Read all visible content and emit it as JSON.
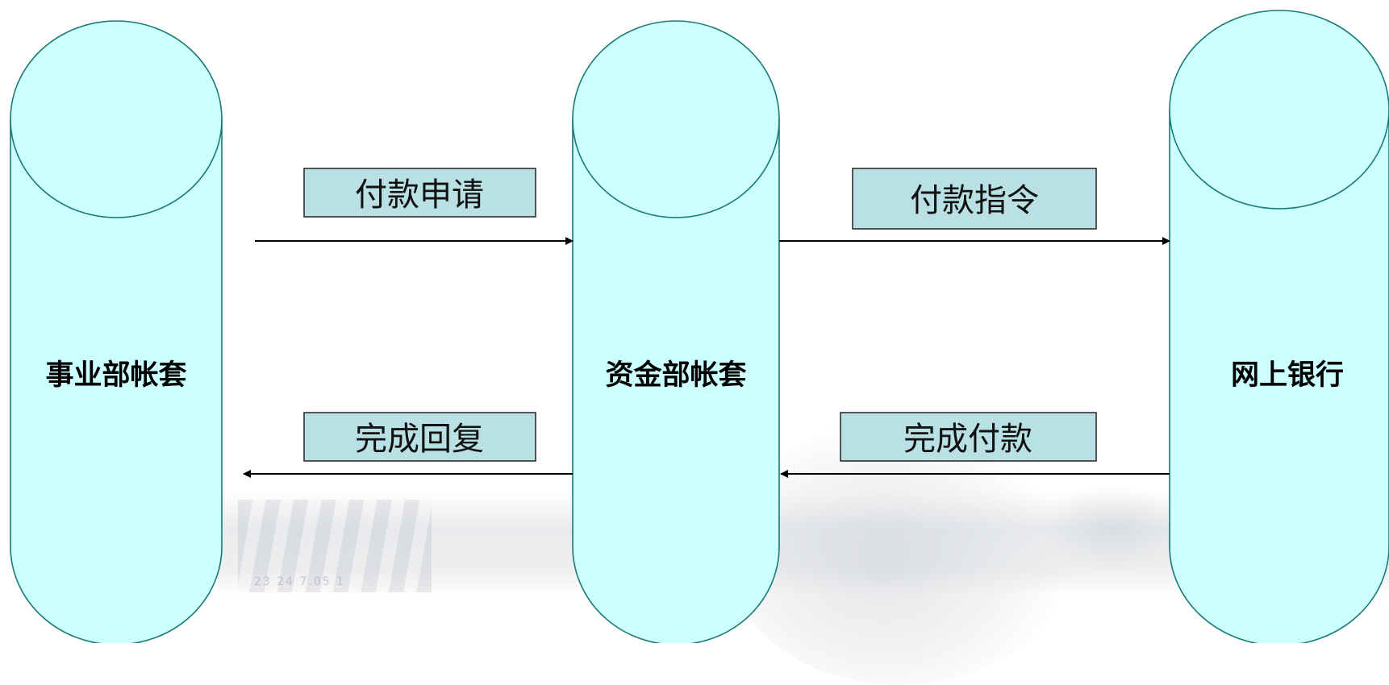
{
  "nodes": {
    "business_unit": {
      "label": "事业部帐套"
    },
    "treasury": {
      "label": "资金部帐套"
    },
    "online_bank": {
      "label": "网上银行"
    }
  },
  "flows": {
    "payment_request": {
      "label": "付款申请",
      "from": "事业部帐套",
      "to": "资金部帐套"
    },
    "payment_instruction": {
      "label": "付款指令",
      "from": "资金部帐套",
      "to": "网上银行"
    },
    "completion_reply": {
      "label": "完成回复",
      "from": "资金部帐套",
      "to": "事业部帐套"
    },
    "payment_completed": {
      "label": "完成付款",
      "from": "网上银行",
      "to": "资金部帐套"
    }
  },
  "background": {
    "digits": "23 24 7.05 1"
  },
  "colors": {
    "cylinder_fill": "#ccffff",
    "cylinder_stroke": "#1a7a74",
    "flow_box_fill": "#b9e1e5",
    "arrow": "#000000"
  }
}
